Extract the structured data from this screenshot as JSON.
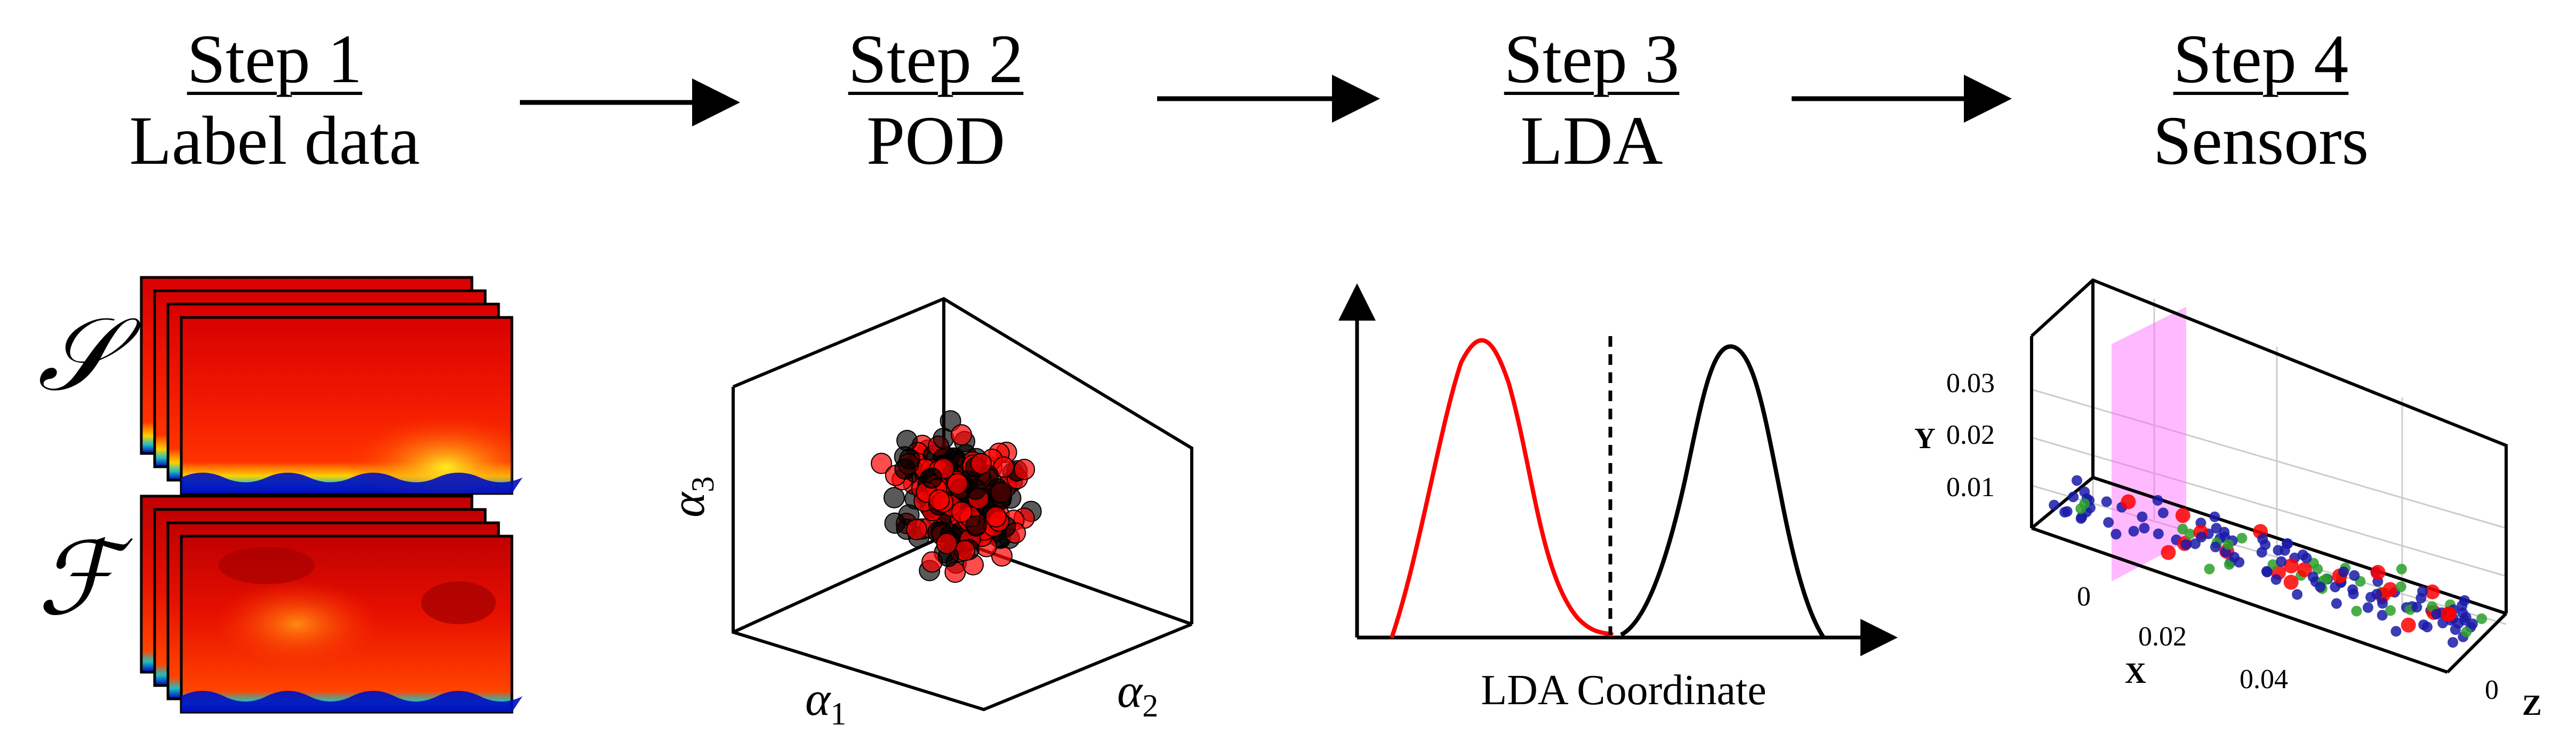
{
  "steps": [
    {
      "title": "Step 1",
      "subtitle": "Label data"
    },
    {
      "title": "Step 2",
      "subtitle": "POD"
    },
    {
      "title": "Step 3",
      "subtitle": "LDA"
    },
    {
      "title": "Step 4",
      "subtitle": "Sensors"
    }
  ],
  "step1": {
    "symbol_s": "𝒮",
    "symbol_f": "ℱ"
  },
  "step2": {
    "axis_x": "α",
    "axis_x_sub": "1",
    "axis_y": "α",
    "axis_y_sub": "2",
    "axis_z": "α",
    "axis_z_sub": "3"
  },
  "step3": {
    "xlabel": "LDA Coordinate"
  },
  "step4": {
    "y_label": "Y",
    "y_ticks": [
      "0.03",
      "0.02",
      "0.01"
    ],
    "x_label": "X",
    "x_ticks": [
      "0",
      "0.02",
      "0.04"
    ],
    "z_label": "Z",
    "z_ticks": [
      "0"
    ]
  },
  "colors": {
    "red_class": "#ff0000",
    "black_class": "#000000",
    "sensor_blue": "#1a1aa8",
    "sensor_green": "#2ca02c",
    "plane": "#ff66ff"
  }
}
